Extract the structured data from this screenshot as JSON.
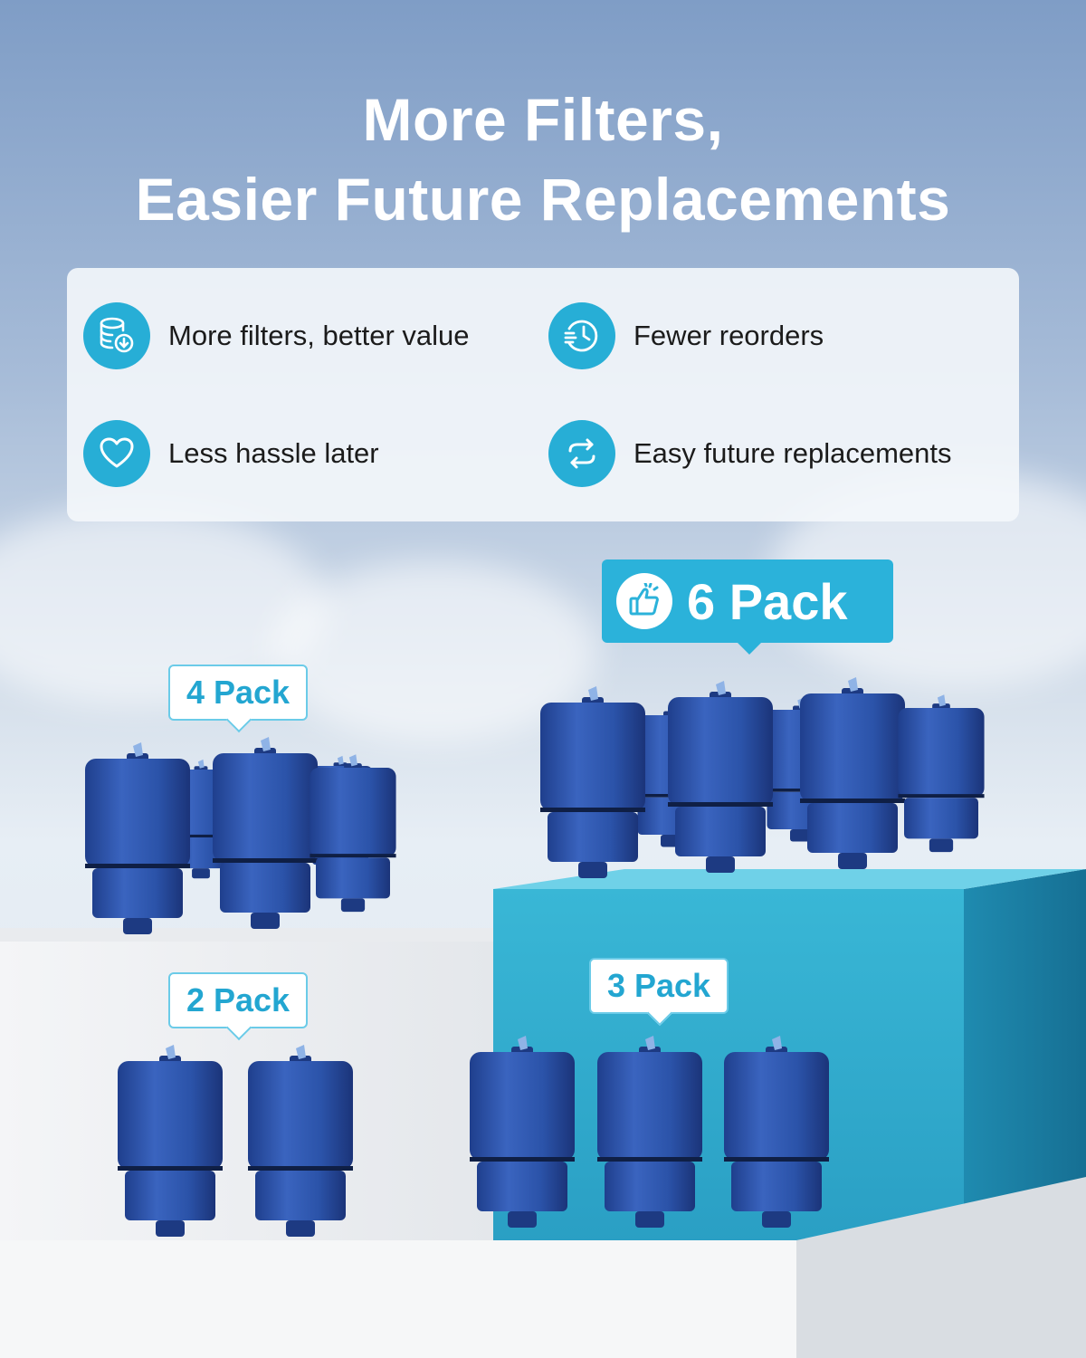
{
  "heading": {
    "line1": "More Filters,",
    "line2": "Easier Future Replacements"
  },
  "features": [
    {
      "icon": "database-download-icon",
      "label": "More filters, better value"
    },
    {
      "icon": "clock-list-icon",
      "label": "Fewer reorders"
    },
    {
      "icon": "heart-icon",
      "label": "Less hassle later"
    },
    {
      "icon": "refresh-arrows-icon",
      "label": "Easy future replacements"
    }
  ],
  "packs": {
    "four": "4 Pack",
    "two": "2 Pack",
    "three": "3 Pack",
    "six": "6 Pack",
    "six_icon": "thumbs-up-icon"
  },
  "colors": {
    "accent": "#27aed6",
    "filter_body": "#2f55a8",
    "teal_block": "#2ea8c8",
    "white_block": "#f1f2f4"
  }
}
